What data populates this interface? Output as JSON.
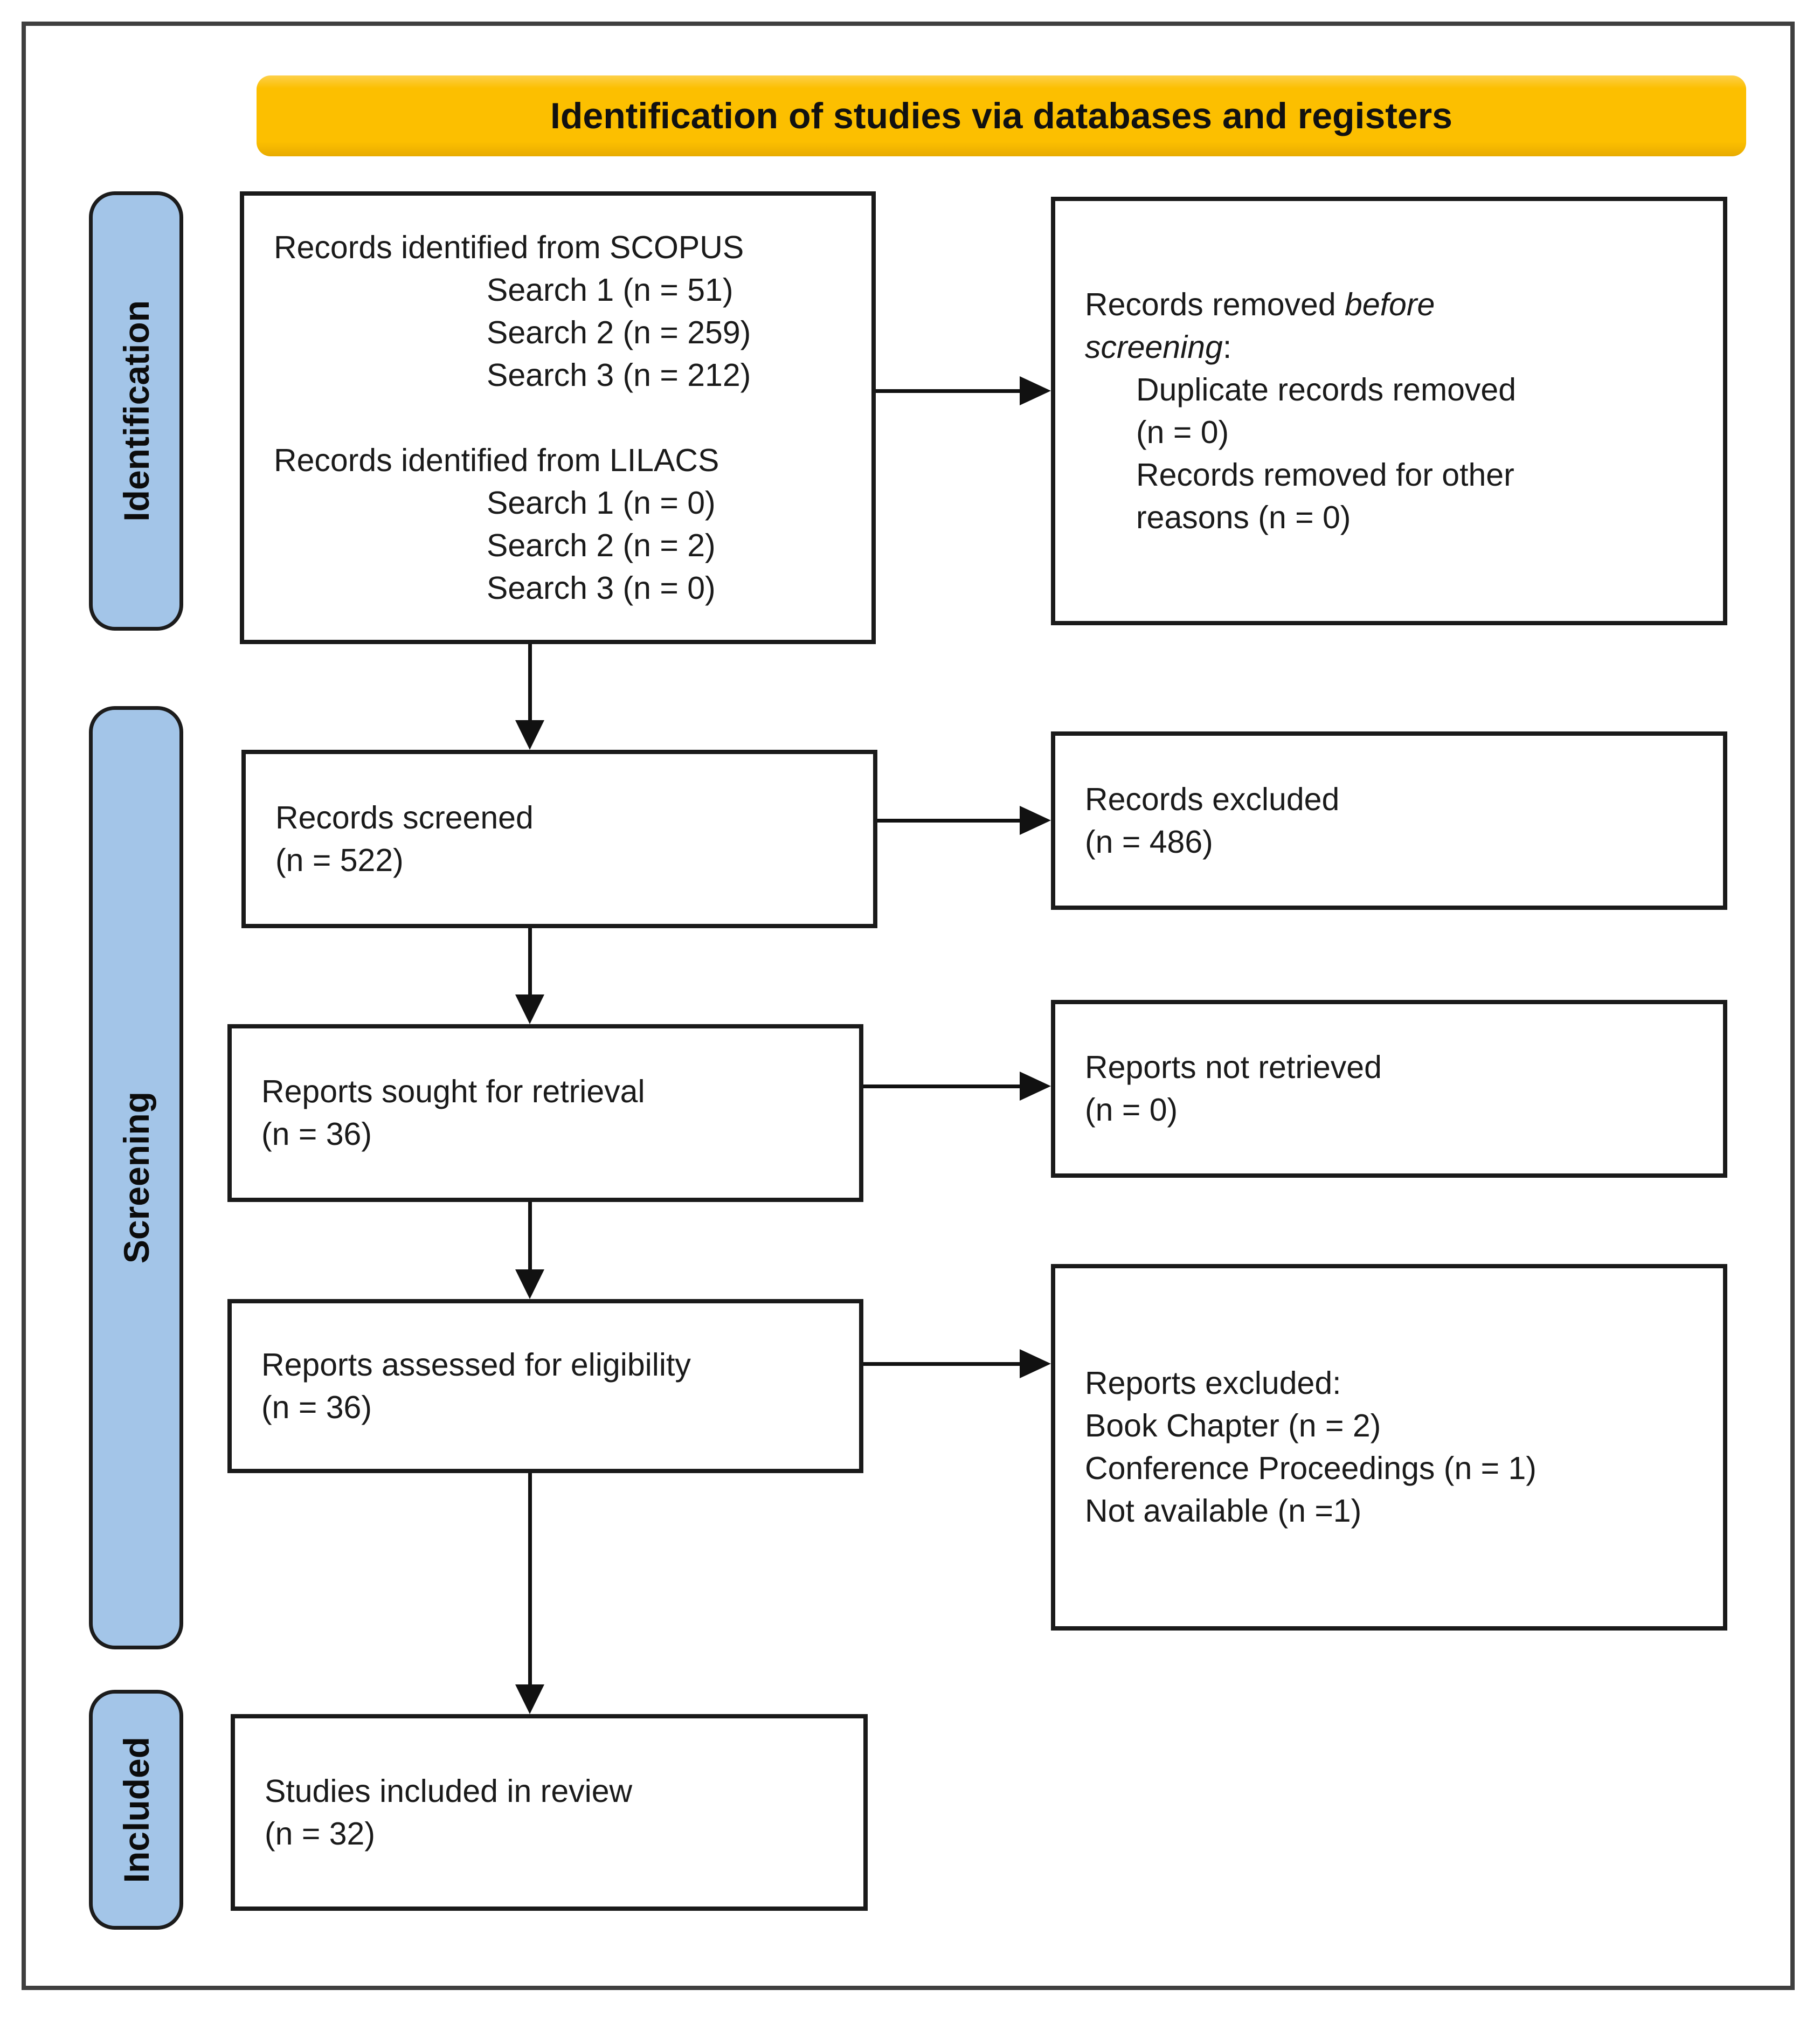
{
  "banner": {
    "label": "Identification of studies via databases and registers"
  },
  "phases": {
    "identification": {
      "label": "Identification"
    },
    "screening": {
      "label": "Screening"
    },
    "included": {
      "label": "Included"
    }
  },
  "boxes": {
    "records_identified": {
      "lines": [
        {
          "text": "Records identified from SCOPUS",
          "align": "left"
        },
        {
          "text": "Search 1 (n = 51)",
          "align": "tab"
        },
        {
          "text": "Search 2 (n = 259)",
          "align": "tab"
        },
        {
          "text": "Search 3 (n = 212)",
          "align": "tab"
        },
        {
          "text": "",
          "align": "left"
        },
        {
          "text": "Records identified from LILACS",
          "align": "left"
        },
        {
          "text": "Search 1 (n = 0)",
          "align": "tab"
        },
        {
          "text": "Search 2 (n = 2)",
          "align": "tab"
        },
        {
          "text": "Search 3 (n = 0)",
          "align": "tab"
        }
      ]
    },
    "records_removed": {
      "lines": [
        {
          "segments": [
            {
              "t": "Records removed "
            },
            {
              "t": "before",
              "italic": true
            }
          ],
          "align": "left"
        },
        {
          "segments": [
            {
              "t": "screening",
              "italic": true
            },
            {
              "t": ":"
            }
          ],
          "align": "left"
        },
        {
          "text": "Duplicate records removed",
          "align": "indent"
        },
        {
          "text": "(n = 0)",
          "align": "indent"
        },
        {
          "text": "Records removed for other",
          "align": "indent"
        },
        {
          "text": "reasons (n = 0)",
          "align": "indent"
        }
      ]
    },
    "records_screened": {
      "lines": [
        {
          "text": "Records screened",
          "align": "left"
        },
        {
          "text": "(n = 522)",
          "align": "left"
        }
      ]
    },
    "records_excluded": {
      "lines": [
        {
          "text": "Records excluded",
          "align": "left"
        },
        {
          "text": "(n = 486)",
          "align": "left"
        }
      ]
    },
    "reports_sought": {
      "lines": [
        {
          "text": "Reports sought for retrieval",
          "align": "left"
        },
        {
          "text": "(n = 36)",
          "align": "left"
        }
      ]
    },
    "reports_not_retrieved": {
      "lines": [
        {
          "text": "Reports not retrieved",
          "align": "left"
        },
        {
          "text": "(n = 0)",
          "align": "left"
        }
      ]
    },
    "reports_assessed": {
      "lines": [
        {
          "text": "Reports assessed for eligibility",
          "align": "left"
        },
        {
          "text": "(n = 36)",
          "align": "left"
        }
      ]
    },
    "reports_excluded": {
      "lines": [
        {
          "text": "Reports excluded:",
          "align": "left"
        },
        {
          "text": "Book Chapter (n = 2)",
          "align": "left"
        },
        {
          "text": "Conference Proceedings (n = 1)",
          "align": "left"
        },
        {
          "text": "Not available (n =1)",
          "align": "left"
        }
      ]
    },
    "studies_included": {
      "lines": [
        {
          "text": "Studies included in review",
          "align": "left"
        },
        {
          "text": "(n = 32)",
          "align": "left"
        }
      ]
    }
  },
  "colors": {
    "banner_fill": "#FCBF00",
    "sidebar_fill": "#A3C5E8",
    "box_border": "#1a1a1a",
    "arrow": "#111111",
    "frame_border": "#3f3f3f",
    "text": "#1a1a1a"
  }
}
